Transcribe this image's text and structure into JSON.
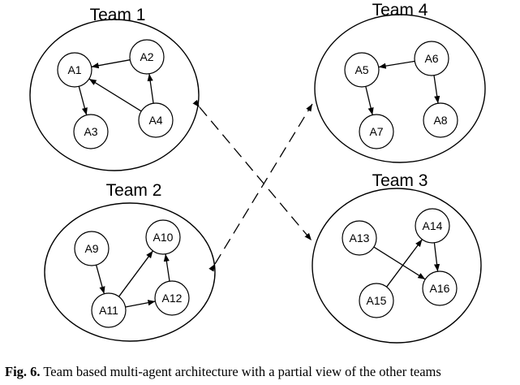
{
  "teams": [
    {
      "id": "team1",
      "title": "Team 1"
    },
    {
      "id": "team2",
      "title": "Team 2"
    },
    {
      "id": "team3",
      "title": "Team 3"
    },
    {
      "id": "team4",
      "title": "Team 4"
    }
  ],
  "agents": [
    "A1",
    "A2",
    "A3",
    "A4",
    "A5",
    "A6",
    "A7",
    "A8",
    "A9",
    "A10",
    "A11",
    "A12",
    "A13",
    "A14",
    "A15",
    "A16"
  ],
  "edges": [
    {
      "from": "A2",
      "to": "A1"
    },
    {
      "from": "A1",
      "to": "A3"
    },
    {
      "from": "A4",
      "to": "A1"
    },
    {
      "from": "A4",
      "to": "A2"
    },
    {
      "from": "A6",
      "to": "A5"
    },
    {
      "from": "A5",
      "to": "A7"
    },
    {
      "from": "A6",
      "to": "A8"
    },
    {
      "from": "A9",
      "to": "A11"
    },
    {
      "from": "A11",
      "to": "A10"
    },
    {
      "from": "A11",
      "to": "A12"
    },
    {
      "from": "A12",
      "to": "A10"
    },
    {
      "from": "A13",
      "to": "A16"
    },
    {
      "from": "A15",
      "to": "A14"
    },
    {
      "from": "A14",
      "to": "A16"
    }
  ],
  "team_links": [
    {
      "between": [
        "team1",
        "team3"
      ],
      "style": "dashed",
      "direction": "both"
    },
    {
      "between": [
        "team2",
        "team4"
      ],
      "style": "dashed",
      "direction": "both"
    }
  ],
  "caption": {
    "label": "Fig. 6.",
    "text": " Team based multi-agent architecture with a partial view of the other teams"
  }
}
